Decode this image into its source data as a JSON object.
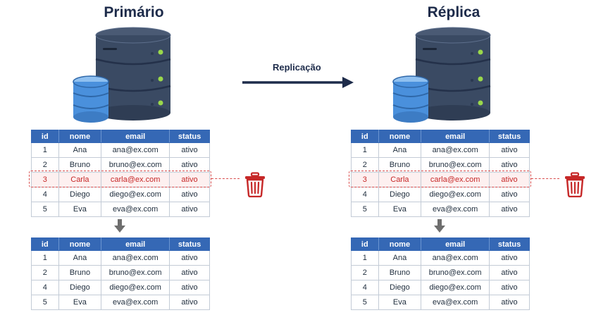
{
  "replication_label": "Replicação",
  "colors": {
    "title": "#1d2b4a",
    "header_bg": "#3568b5",
    "deleted": "#c62828",
    "server_body": "#3a4a63",
    "server_led": "#9ad84b",
    "cylinder": "#4a90dc"
  },
  "panels": [
    {
      "title": "Primário",
      "table_before": {
        "headers": [
          "id",
          "nome",
          "email",
          "status"
        ],
        "rows": [
          [
            "1",
            "Ana",
            "ana@ex.com",
            "ativo"
          ],
          [
            "2",
            "Bruno",
            "bruno@ex.com",
            "ativo"
          ],
          [
            "3",
            "Carla",
            "carla@ex.com",
            "ativo"
          ],
          [
            "4",
            "Diego",
            "diego@ex.com",
            "ativo"
          ],
          [
            "5",
            "Eva",
            "eva@ex.com",
            "ativo"
          ]
        ],
        "deleted_row_index": 2
      },
      "table_after": {
        "headers": [
          "id",
          "nome",
          "email",
          "status"
        ],
        "rows": [
          [
            "1",
            "Ana",
            "ana@ex.com",
            "ativo"
          ],
          [
            "2",
            "Bruno",
            "bruno@ex.com",
            "ativo"
          ],
          [
            "4",
            "Diego",
            "diego@ex.com",
            "ativo"
          ],
          [
            "5",
            "Eva",
            "eva@ex.com",
            "ativo"
          ]
        ]
      },
      "icons": [
        "database-server-icon",
        "database-cylinder-icon",
        "trash-icon",
        "arrow-down-icon"
      ]
    },
    {
      "title": "Réplica",
      "table_before": {
        "headers": [
          "id",
          "nome",
          "email",
          "status"
        ],
        "rows": [
          [
            "1",
            "Ana",
            "ana@ex.com",
            "ativo"
          ],
          [
            "2",
            "Bruno",
            "bruno@ex.com",
            "ativo"
          ],
          [
            "3",
            "Carla",
            "carla@ex.com",
            "ativo"
          ],
          [
            "4",
            "Diego",
            "diego@ex.com",
            "ativo"
          ],
          [
            "5",
            "Eva",
            "eva@ex.com",
            "ativo"
          ]
        ],
        "deleted_row_index": 2
      },
      "table_after": {
        "headers": [
          "id",
          "nome",
          "email",
          "status"
        ],
        "rows": [
          [
            "1",
            "Ana",
            "ana@ex.com",
            "ativo"
          ],
          [
            "2",
            "Bruno",
            "bruno@ex.com",
            "ativo"
          ],
          [
            "4",
            "Diego",
            "diego@ex.com",
            "ativo"
          ],
          [
            "5",
            "Eva",
            "eva@ex.com",
            "ativo"
          ]
        ]
      },
      "icons": [
        "database-server-icon",
        "database-cylinder-icon",
        "trash-icon",
        "arrow-down-icon"
      ]
    }
  ]
}
